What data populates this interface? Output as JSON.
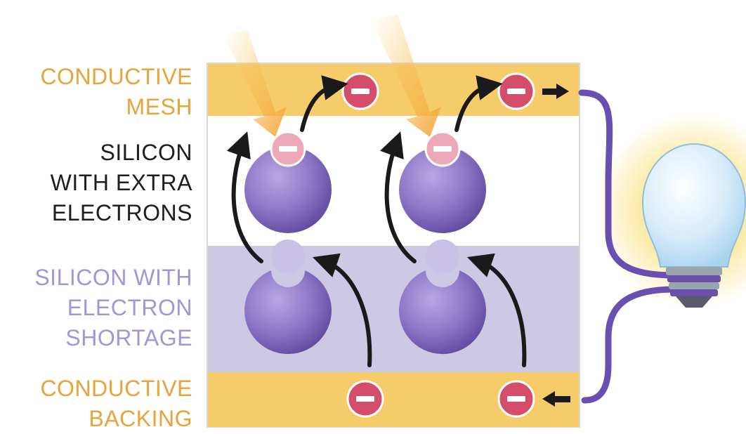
{
  "labels": {
    "mesh": [
      "CONDUCTIVE",
      "MESH"
    ],
    "n_type": [
      "SILICON",
      "WITH EXTRA",
      "ELECTRONS"
    ],
    "p_type": [
      "SILICON WITH",
      "ELECTRON",
      "SHORTAGE"
    ],
    "backing": [
      "CONDUCTIVE",
      "BACKING"
    ]
  },
  "colors": {
    "conductive_layer": "#f6cb6a",
    "conductive_text": "#e8a43a",
    "n_type_text": "#1e1e1e",
    "p_type_layer": "#cdc8e4",
    "p_type_text": "#9f98d6",
    "atom": "#7f68bd",
    "electron": "#d44d6a",
    "electron_light": "#ecaab8",
    "wire": "#6a4fb2",
    "sunlight": "#f3a43a",
    "bulb_glass": "#cfe8f8",
    "bulb_glow": "#fbe48a"
  },
  "icons": [
    "electron-icon",
    "sunlight-arrow-icon",
    "light-bulb-icon",
    "flow-arrow-icon"
  ]
}
